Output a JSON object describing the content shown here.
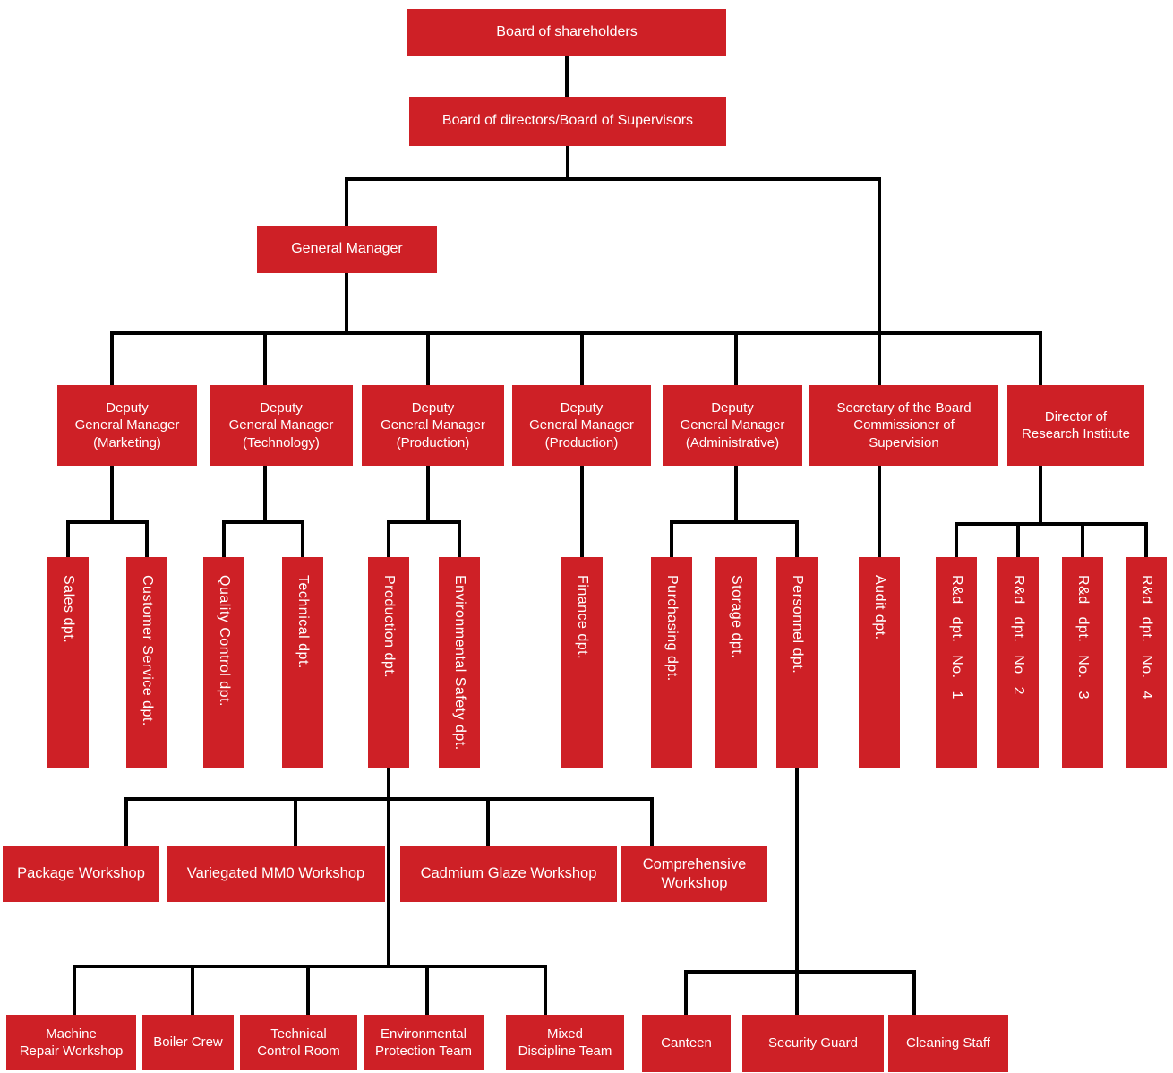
{
  "colors": {
    "box_fill": "#ce2026",
    "box_text": "#ffffff",
    "connector": "#000000",
    "background": "#ffffff"
  },
  "org": {
    "shareholders": {
      "label": "Board of shareholders"
    },
    "directors": {
      "label": "Board of directors/Board of Supervisors"
    },
    "general_manager": {
      "label": "General Manager"
    },
    "deputies": [
      {
        "label": "Deputy\nGeneral Manager\n(Marketing)",
        "children": [
          {
            "label": "Sales dpt."
          },
          {
            "label": "Customer Service dpt."
          }
        ]
      },
      {
        "label": "Deputy\nGeneral Manager\n(Technology)",
        "children": [
          {
            "label": "Quality Control dpt."
          },
          {
            "label": "Technical dpt."
          }
        ]
      },
      {
        "label": "Deputy\nGeneral Manager\n(Production)",
        "children": [
          {
            "label": "Production dpt.",
            "workshops": [
              {
                "label": "Package Workshop"
              },
              {
                "label": "Variegated MM0 Workshop"
              },
              {
                "label": "Cadmium Glaze Workshop"
              },
              {
                "label": "Comprehensive\nWorkshop"
              }
            ],
            "teams": [
              {
                "label": "Machine\nRepair Workshop"
              },
              {
                "label": "Boiler Crew"
              },
              {
                "label": "Technical\nControl Room"
              },
              {
                "label": "Environmental\nProtection Team"
              },
              {
                "label": "Mixed\nDiscipline Team"
              }
            ]
          },
          {
            "label": "Environmental Safety dpt."
          }
        ]
      },
      {
        "label": "Deputy\nGeneral Manager\n(Production)",
        "children": [
          {
            "label": "Finance dpt."
          }
        ]
      },
      {
        "label": "Deputy\nGeneral Manager\n(Administrative)",
        "children": [
          {
            "label": "Purchasing dpt."
          },
          {
            "label": "Storage dpt."
          },
          {
            "label": "Personnel dpt.",
            "children": [
              {
                "label": "Canteen"
              },
              {
                "label": "Security Guard"
              },
              {
                "label": "Cleaning Staff"
              }
            ]
          }
        ]
      },
      {
        "label": "Secretary of the Board\nCommissioner of\nSupervision",
        "children": [
          {
            "label": "Audit dpt."
          }
        ]
      },
      {
        "label": "Director of\nResearch Institute",
        "children": [
          {
            "label": "R&d dpt. No. 1"
          },
          {
            "label": "R&d dpt. No 2"
          },
          {
            "label": "R&d dpt. No. 3"
          },
          {
            "label": "R&d dpt. No. 4"
          }
        ]
      }
    ]
  }
}
